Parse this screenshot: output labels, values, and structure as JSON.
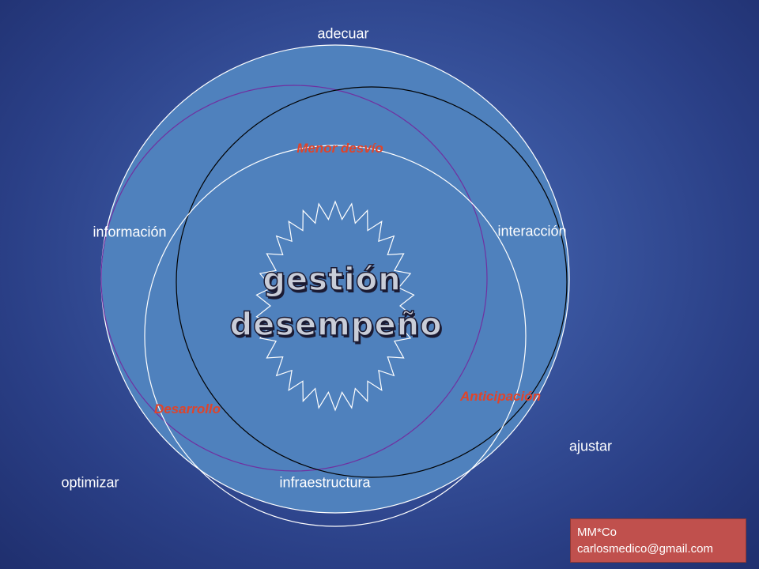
{
  "labels": {
    "top": "adecuar",
    "left": "información",
    "right": "interacción",
    "bottom_left": "optimizar",
    "bottom_center": "infraestructura",
    "bottom_right": "ajustar"
  },
  "highlights": {
    "top": "Menor desvío",
    "left": "Desarrollo",
    "right": "Anticipación"
  },
  "center": {
    "line1": "gestión",
    "line2": "desempeño"
  },
  "credit": {
    "line1": "MM*Co",
    "line2": "carlosmedico@gmail.com"
  },
  "colors": {
    "circle_fill": "#4f81bd",
    "accent_red": "#e0442a",
    "credit_box": "#c0504d"
  }
}
